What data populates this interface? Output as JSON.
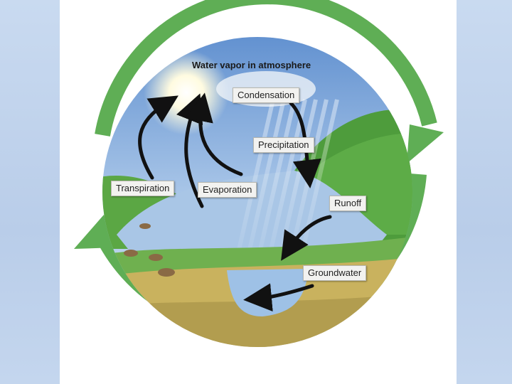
{
  "diagram": {
    "title": "Water vapor in atmosphere",
    "labels": {
      "condensation": "Condensation",
      "precipitation": "Precipitation",
      "transpiration": "Transpiration",
      "evaporation": "Evaporation",
      "runoff": "Runoff",
      "groundwater": "Groundwater"
    }
  },
  "colors": {
    "ring_green": "#5aa84f",
    "sky_blue": "#7fa8d8",
    "water_blue": "#9fc0e4",
    "land_green": "#4f9a3a",
    "soil": "#c8b060",
    "background": "#c4d6ee"
  }
}
